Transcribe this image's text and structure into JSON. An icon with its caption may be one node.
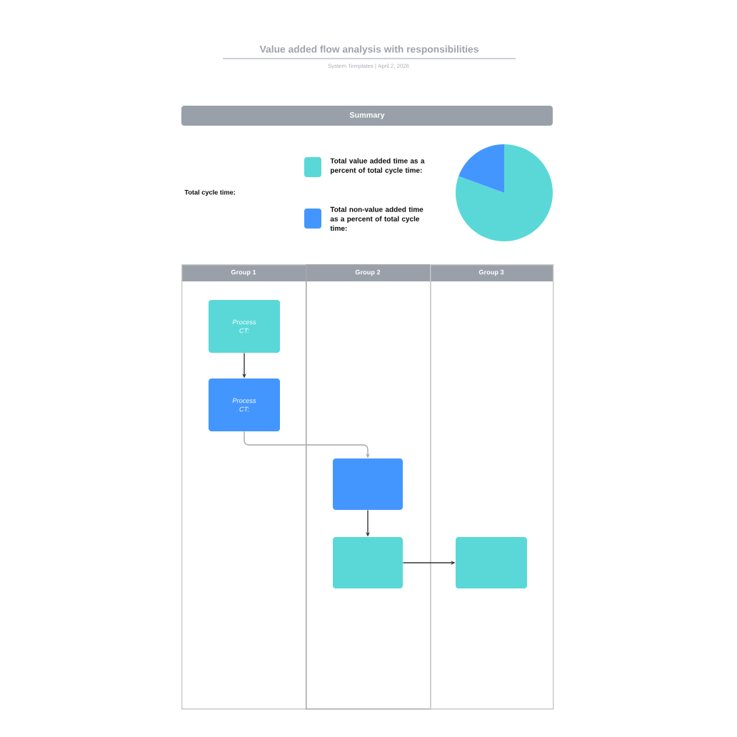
{
  "diagram": {
    "title": "Value added flow analysis with responsibilities",
    "nodes": [
      {
        "text": [
          "Summary"
        ]
      },
      {
        "text": [
          "Group 1"
        ]
      },
      {
        "text": [
          "Group 2"
        ]
      },
      {
        "text": [
          "Group 3"
        ]
      },
      {
        "text": [
          "Process CT:"
        ],
        "in": 1
      },
      {
        "text": [
          "Process CT:"
        ],
        "in": 1
      },
      {
        "text": [],
        "shape": "box",
        "in": 2
      },
      {
        "text": [],
        "shape": "box",
        "in": 2
      },
      {
        "text": [],
        "shape": "box",
        "in": 3
      }
    ],
    "edges": [
      {
        "from": 4,
        "to": 5,
        "arrow": "to"
      },
      {
        "from": 5,
        "to": 6,
        "arrow": "to",
        "color": "#a6a6a6"
      },
      {
        "from": 6,
        "to": 7,
        "arrow": "to"
      },
      {
        "from": 7,
        "to": 8,
        "arrow": "to"
      }
    ],
    "labels": [
      "System Templates | April 2, 2026",
      "Total cycle time:"
    ],
    "legend": [
      {
        "text": "Total value added time as a percent of total cycle time:",
        "color": "#5ad8d8"
      },
      {
        "text": "Total non-value added time as a percent of total cycle time:",
        "color": "#4496ff"
      }
    ]
  }
}
